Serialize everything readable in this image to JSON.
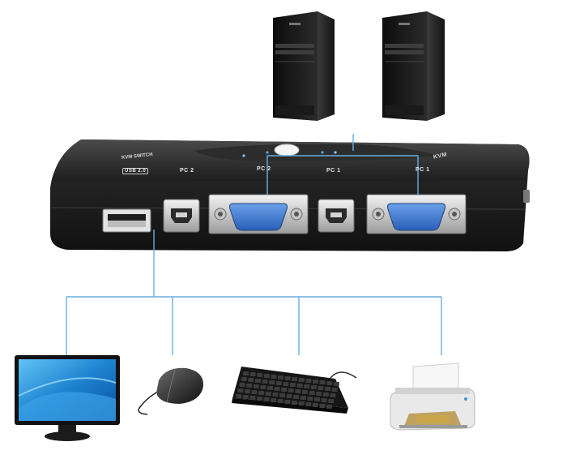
{
  "switch_labels": {
    "usb_badge": "USB 2.0",
    "port_pc2_left": "PC 2",
    "port_pc2_top": "PC 2",
    "port_pc1_mid": "PC 1",
    "port_pc1_right": "PC 1",
    "brand_text": "KVM SWITCH",
    "side_text": "KVM"
  },
  "colors": {
    "wire": "#6aaee0",
    "switch_body": "#232323",
    "vga_port": "#3f7bcf",
    "monitor_screen": "#2a8fd6"
  },
  "icons": [
    "computer-tower-icon",
    "monitor-icon",
    "mouse-icon",
    "keyboard-icon",
    "printer-icon"
  ]
}
